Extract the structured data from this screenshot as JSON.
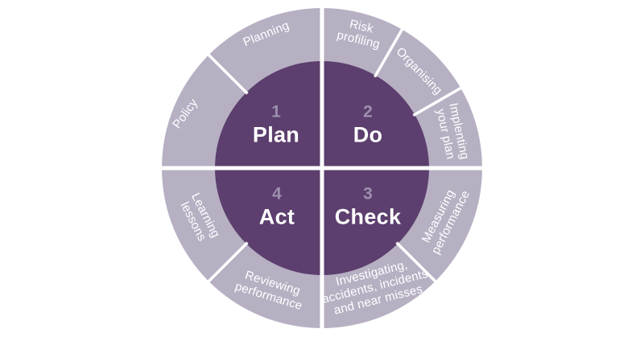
{
  "colors": {
    "outer_ring": "#b7b0c3",
    "inner_core": "#5c3f6e",
    "divider": "#ffffff",
    "quadrant_number": "#9d8fae",
    "label_text": "#ffffff",
    "background": "#ffffff"
  },
  "quadrants": [
    {
      "number": "1",
      "label": "Plan"
    },
    {
      "number": "2",
      "label": "Do"
    },
    {
      "number": "3",
      "label": "Check"
    },
    {
      "number": "4",
      "label": "Act"
    }
  ],
  "ring_segments": [
    {
      "label": "Planning"
    },
    {
      "label": "Risk\nprofiling"
    },
    {
      "label": "Organising"
    },
    {
      "label": "Implenting\nyour plan"
    },
    {
      "label": "Measuring\nperformance"
    },
    {
      "label": "Investigating,\naccidents, incidents\nand near misses"
    },
    {
      "label": "Reviewing\nperformance"
    },
    {
      "label": "Learning\nlessons"
    },
    {
      "label": "Policy"
    }
  ]
}
